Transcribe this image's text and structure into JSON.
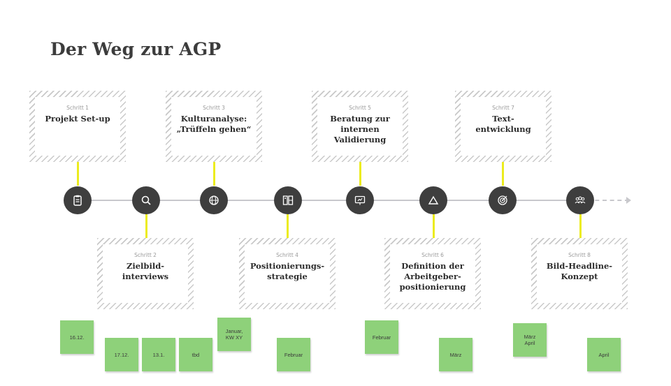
{
  "title": "Der Weg zur AGP",
  "steps": [
    {
      "step": "Schritt 1",
      "label": "Projekt Set-up",
      "icon": "clipboard-icon"
    },
    {
      "step": "Schritt 2",
      "label": "Zielbild-\ninterviews",
      "icon": "search-icon"
    },
    {
      "step": "Schritt 3",
      "label": "Kulturanalyse:\n„Trüffeln gehen“",
      "icon": "globe-icon"
    },
    {
      "step": "Schritt 4",
      "label": "Positionierungs-\nstrategie",
      "icon": "strategy-icon"
    },
    {
      "step": "Schritt 5",
      "label": "Beratung zur\ninternen\nValidierung",
      "icon": "presentation-icon"
    },
    {
      "step": "Schritt 6",
      "label": "Definition der\nArbeitgeber-\npositionierung",
      "icon": "triangle-icon"
    },
    {
      "step": "Schritt 7",
      "label": "Text-\nentwicklung",
      "icon": "target-icon"
    },
    {
      "step": "Schritt 8",
      "label": "Bild-Headline-\nKonzept",
      "icon": "team-icon"
    }
  ],
  "stickies": [
    "16.12.",
    "17.12.",
    "13.1.",
    "tbd",
    "Januar,\nKW XY",
    "Februar",
    "Februar",
    "März",
    "März\nApril",
    "April"
  ],
  "colors": {
    "node": "#3e3e3e",
    "connector": "#ecec1e",
    "sticky": "#8ed17a",
    "hatch": "#c9c9c9",
    "timeline": "#c8c8cc"
  }
}
